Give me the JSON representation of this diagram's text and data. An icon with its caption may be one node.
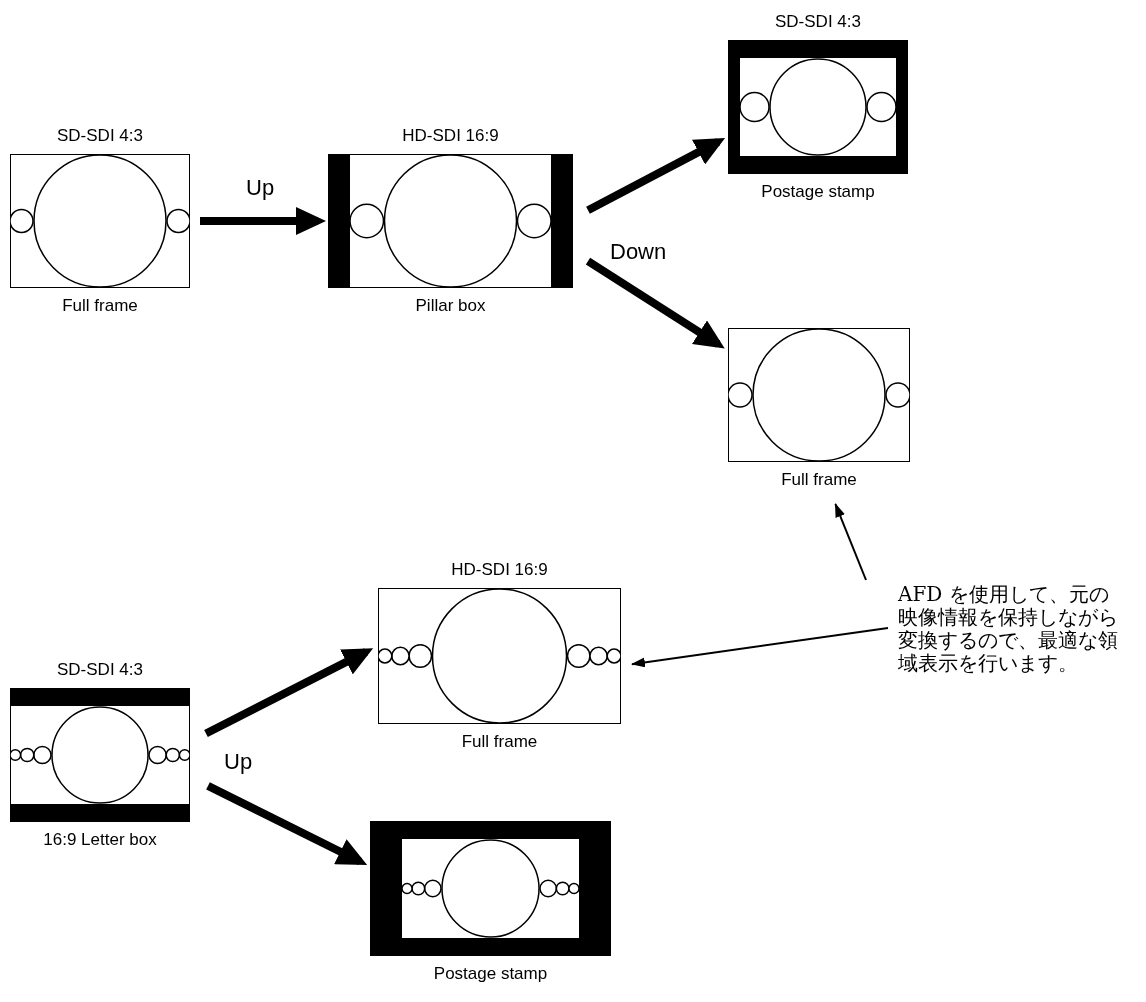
{
  "diagram": {
    "nodes": [
      {
        "text": [
          "SD-SDI 4:3",
          "Full frame"
        ]
      },
      {
        "text": [
          "HD-SDI 16:9",
          "Pillar box"
        ]
      },
      {
        "text": [
          "SD-SDI 4:3",
          "Postage stamp"
        ]
      },
      {
        "text": [
          "Full frame"
        ]
      },
      {
        "text": [
          "AFD を使用して、元の映像情報を保持しながら変換するので、最適な領域表示を行います。"
        ]
      },
      {
        "text": [
          "HD-SDI 16:9",
          "Full frame"
        ]
      },
      {
        "text": [
          "SD-SDI 4:3",
          "16:9 Letter box"
        ]
      },
      {
        "text": [
          "Postage stamp"
        ]
      }
    ],
    "edges": [
      {
        "from": 0,
        "to": 1,
        "arrow": "to",
        "label": "Up"
      },
      {
        "from": 1,
        "to": 2,
        "arrow": "to"
      },
      {
        "from": 1,
        "to": 3,
        "arrow": "to",
        "label": "Down"
      },
      {
        "from": 6,
        "to": 5,
        "arrow": "to"
      },
      {
        "from": 6,
        "to": 7,
        "arrow": "to",
        "label": "Up"
      },
      {
        "from": 4,
        "to": 3,
        "arrow": "to"
      },
      {
        "from": 4,
        "to": 5,
        "arrow": "to"
      }
    ]
  }
}
